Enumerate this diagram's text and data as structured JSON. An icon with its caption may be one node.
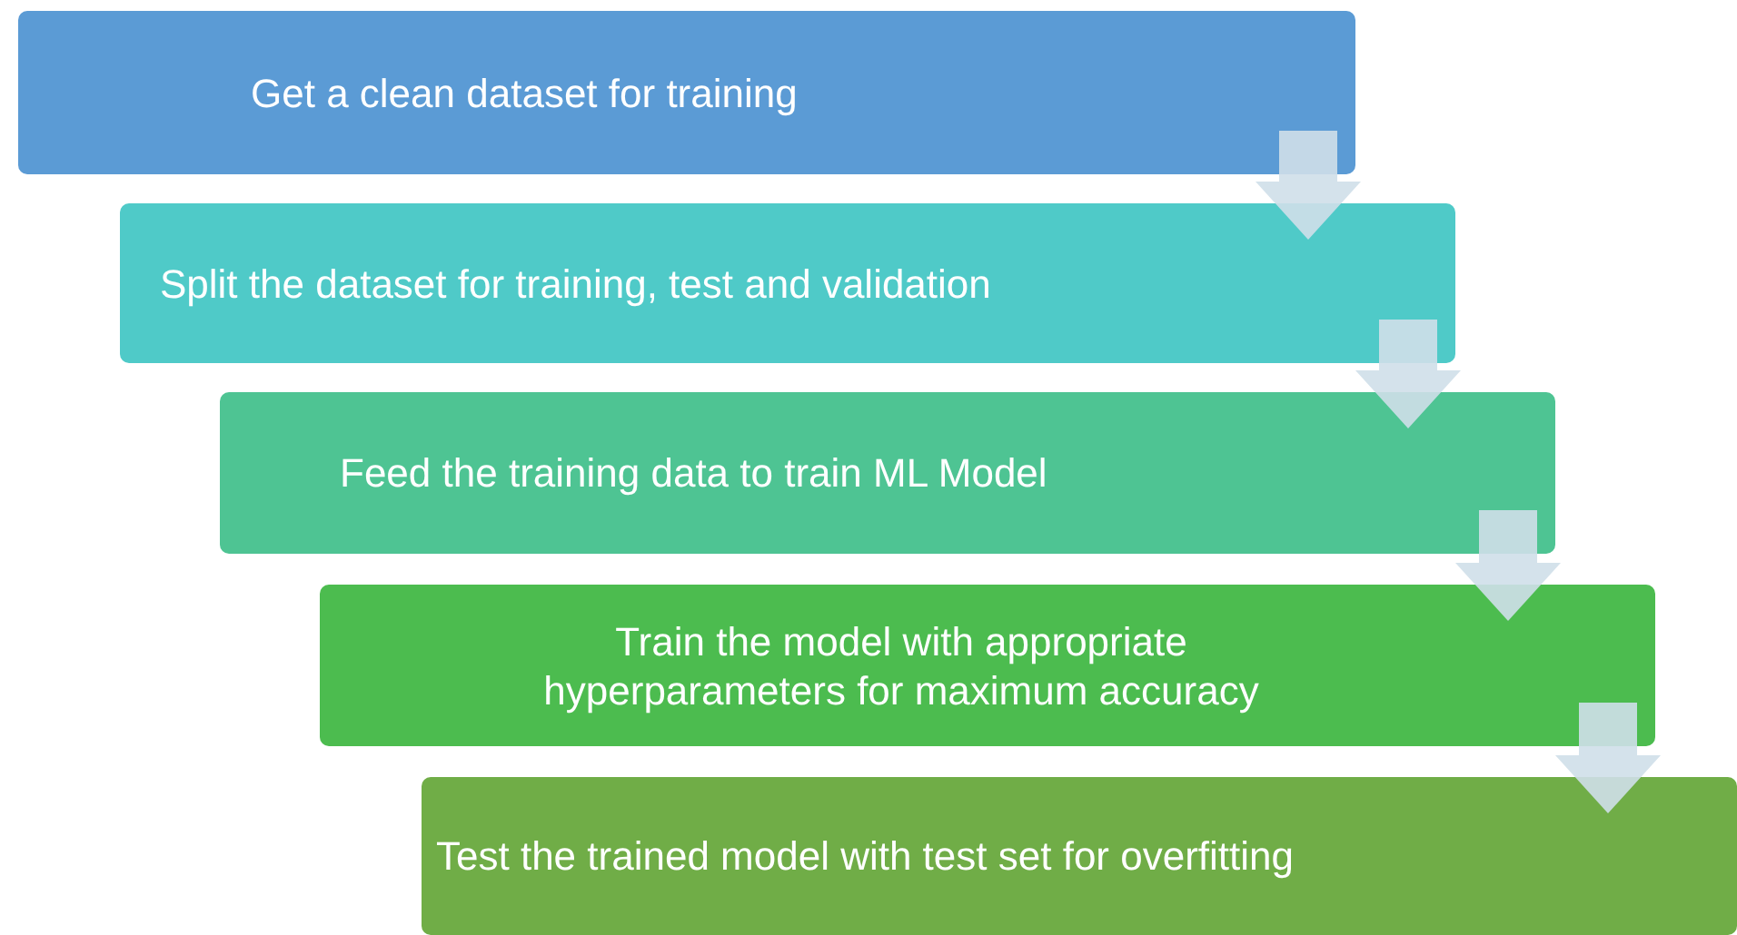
{
  "diagram": {
    "nodes": [
      {
        "text": [
          "Get a clean dataset for training"
        ]
      },
      {
        "text": [
          "Split the dataset for training, test and validation"
        ]
      },
      {
        "text": [
          "Feed the training data to train ML Model"
        ]
      },
      {
        "text": [
          "Train the model with appropriate hyperparameters for maximum accuracy"
        ]
      },
      {
        "text": [
          "Test the trained model with test set for overfitting"
        ]
      }
    ],
    "edges": [
      {
        "from": 0,
        "to": 1,
        "arrow": "to"
      },
      {
        "from": 1,
        "to": 2,
        "arrow": "to"
      },
      {
        "from": 2,
        "to": 3,
        "arrow": "to"
      },
      {
        "from": 3,
        "to": 4,
        "arrow": "to"
      }
    ]
  }
}
